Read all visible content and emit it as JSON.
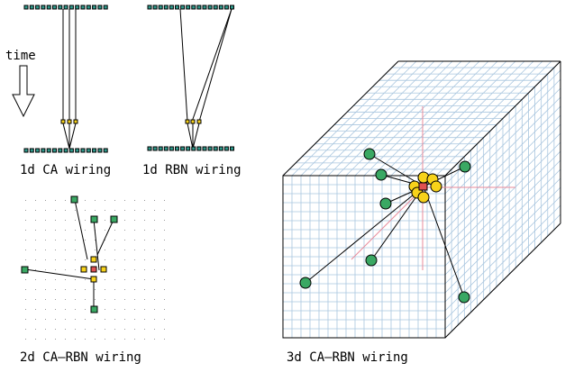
{
  "labels": {
    "time": "time",
    "ca_1d": "1d CA wiring",
    "rbn_1d": "1d RBN wiring",
    "ca_rbn_2d": "2d CA–RBN wiring",
    "ca_rbn_3d": "3d CA–RBN wiring"
  },
  "colors": {
    "cell_teal": "#2e9a8c",
    "green_node": "#3aa863",
    "yellow_node": "#f7d21a",
    "red_center": "#e05050",
    "grid_blue": "#a9c6df",
    "grid_dot": "#999999"
  }
}
